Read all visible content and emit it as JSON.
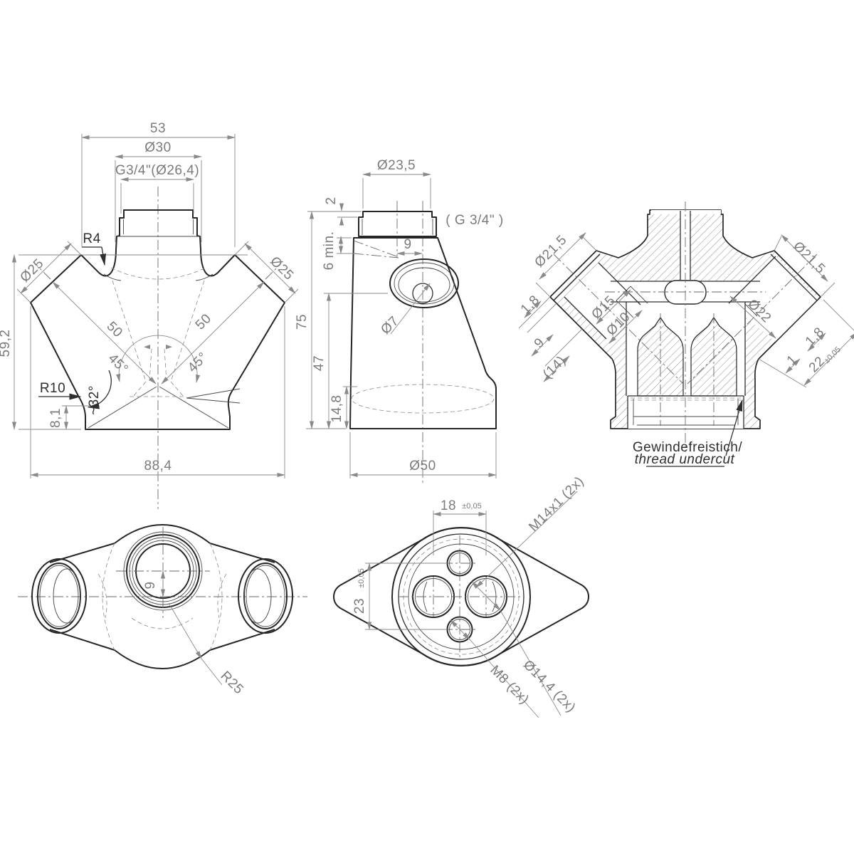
{
  "meta": {
    "background": "#ffffff",
    "outline_color": "#262626",
    "dim_color": "#7b7b7b",
    "note_color": "#2e2e2e"
  },
  "front_view": {
    "dim_width_boss": "53",
    "dim_d30": "Ø30",
    "dim_thread_top": "G3/4\"(Ø26,4)",
    "label_r4": "R4",
    "dim_d25_left": "Ø25",
    "dim_d25_right": "Ø25",
    "dim_height": "59,2",
    "dim_50_left": "50",
    "dim_50_right": "50",
    "dim_45_left": "45°",
    "dim_45_right": "45°",
    "label_r10": "R10",
    "dim_angle_base": "~32°",
    "dim_8_1": "8,1",
    "dim_total_width": "88,4"
  },
  "side_view": {
    "dim_d23_5": "Ø23,5",
    "dim_2": "2",
    "dim_g34": "( G 3/4\" )",
    "dim_6min": "6 min.",
    "dim_9": "9",
    "dim_d7": "Ø7",
    "dim_75": "75",
    "dim_47": "47",
    "dim_14_8": "14,8",
    "dim_d50": "Ø50"
  },
  "section_view": {
    "dim_d21_5_left": "Ø21,5",
    "dim_d21_5_right": "Ø21,5",
    "dim_1_8_left": "1,8",
    "dim_9": "9",
    "dim_14_ref": "(14)",
    "dim_d15": "Ø15",
    "dim_d10": "Ø10",
    "dim_d22": "Ø22",
    "dim_1": "1",
    "dim_1_8_right": "1,8",
    "dim_22": "22",
    "dim_22_tol": "±0,05",
    "note_german": "Gewindefreistich/",
    "note_english": "thread undercut"
  },
  "top_view": {
    "dim_9": "9",
    "dim_r25": "R25"
  },
  "bottom_view": {
    "dim_18": "18",
    "dim_18_tol": "±0,05",
    "dim_23": "23",
    "dim_23_tol": "±0,05",
    "label_m14": "M14x1 (2x)",
    "label_m8": "M8 (2x)",
    "label_d14_4": "Ø14,4 (2x)"
  }
}
